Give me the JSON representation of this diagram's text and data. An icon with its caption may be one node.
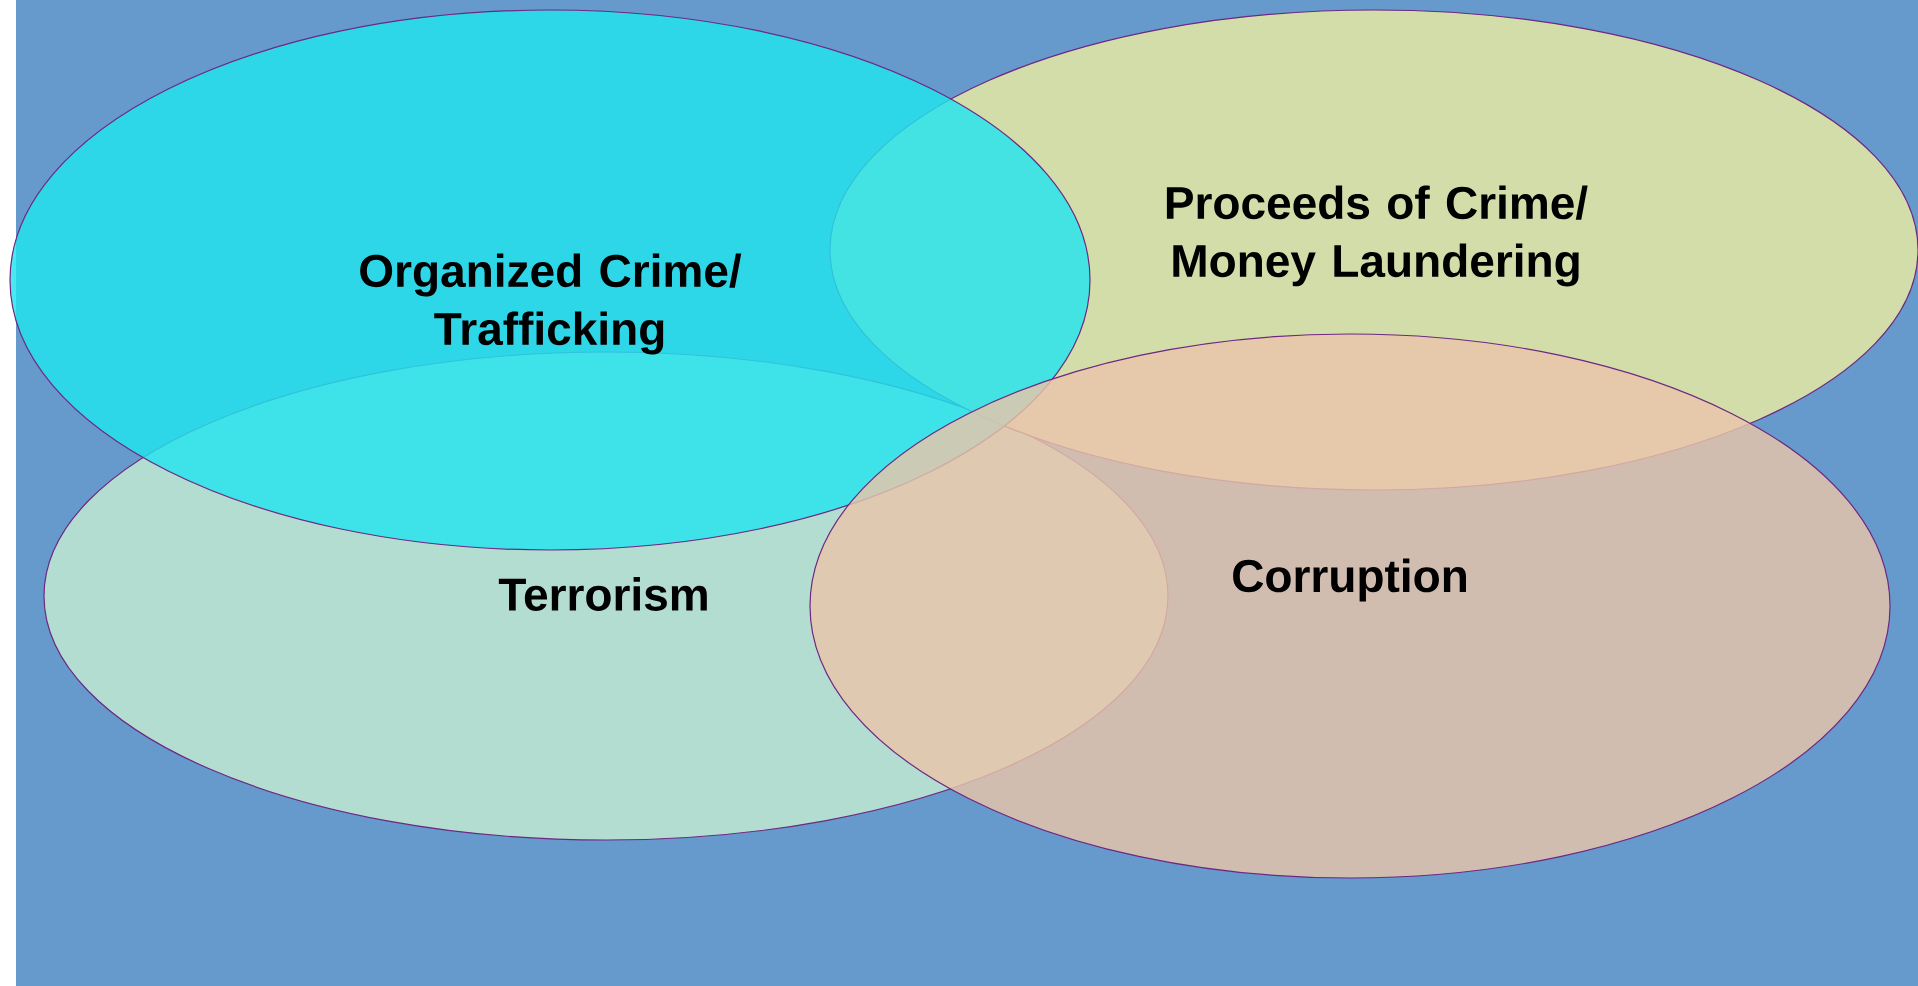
{
  "diagram": {
    "nodes": [
      {
        "text": [
          "Organized Crime/ Trafficking"
        ]
      },
      {
        "text": [
          "Proceeds of Crime/ Money Laundering"
        ]
      },
      {
        "text": [
          "Terrorism"
        ]
      },
      {
        "text": [
          "Corruption"
        ]
      }
    ]
  }
}
